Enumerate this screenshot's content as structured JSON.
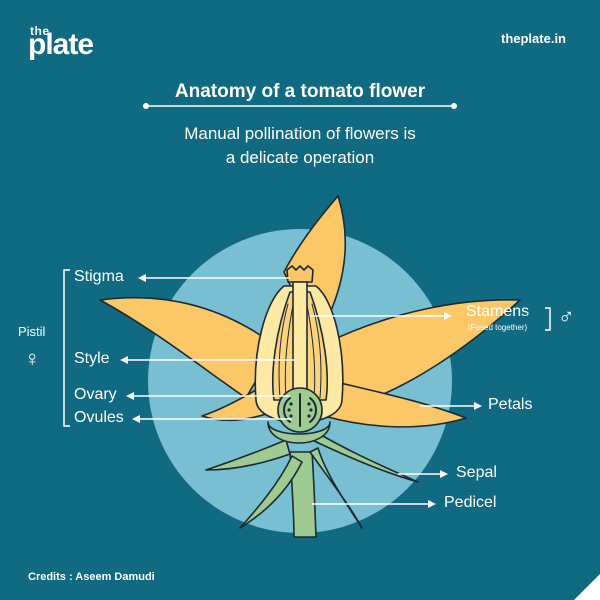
{
  "brand": {
    "logo_small": "the",
    "logo_main": "plate",
    "website": "theplate.in"
  },
  "header": {
    "title": "Anatomy of a tomato flower",
    "subtitle_line1": "Manual pollination of flowers is",
    "subtitle_line2": "a delicate operation"
  },
  "labels": {
    "pistil": "Pistil",
    "female_symbol": "♀",
    "stigma": "Stigma",
    "style": "Style",
    "ovary": "Ovary",
    "ovules": "Ovules",
    "stamens": "Stamens",
    "stamens_note": "(Fused together)",
    "male_symbol": "♂",
    "petals": "Petals",
    "sepal": "Sepal",
    "pedicel": "Pedicel"
  },
  "footer": {
    "credits": "Credits : Aseem Damudi"
  },
  "colors": {
    "background": "#0f6a82",
    "circle": "#78bfd2",
    "petal": "#fcc766",
    "petal_inner": "#fde9a4",
    "sepal": "#9fcb92",
    "outline": "#1c2a33",
    "text": "#ffffff"
  }
}
